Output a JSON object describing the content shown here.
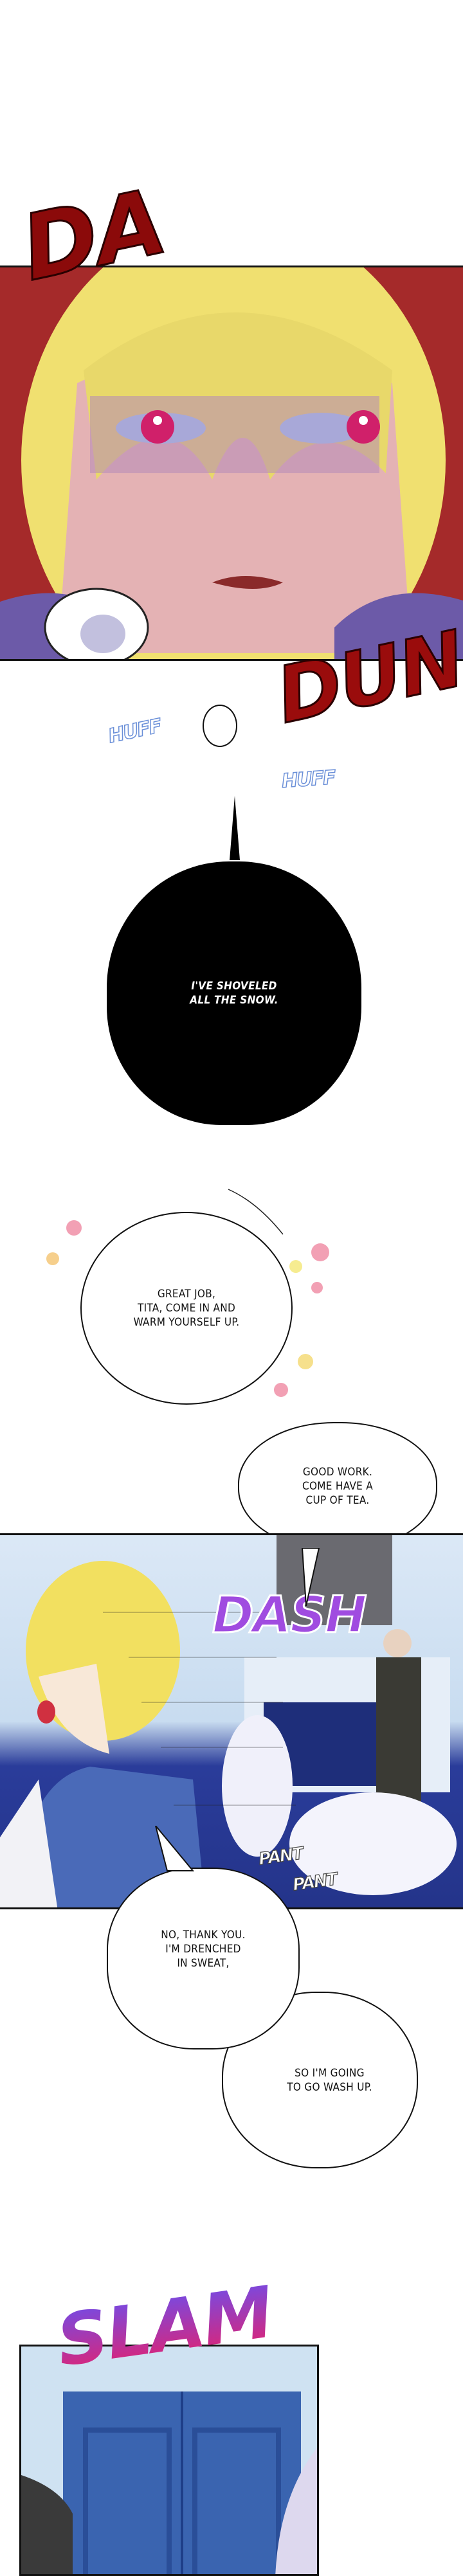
{
  "panels": {
    "face": {
      "sfx_da": "DA",
      "sfx_dun": "DUN"
    },
    "huff": {
      "huff_left": "HUFF",
      "huff_right": "HUFF",
      "dark_bubble": "I'VE SHOVELED\nALL THE SNOW."
    },
    "response": {
      "bubble_great_job": "GREAT JOB,\nTITA, COME IN AND\nWARM YOURSELF UP.",
      "bubble_good_work": "GOOD WORK.\nCOME HAVE A\nCUP OF TEA."
    },
    "room": {
      "sfx_dash": "DASH",
      "sfx_pant_1": "PANT",
      "sfx_pant_2": "PANT"
    },
    "reply": {
      "bubble_no_thanks": "NO, THANK YOU.\nI'M DRENCHED\nIN SWEAT,",
      "bubble_wash_up": "SO I'M GOING\nTO GO WASH UP."
    },
    "door": {
      "sfx_slam": "SLAM"
    }
  },
  "colors": {
    "sfx_red": "#8b0a0a",
    "huff_blue": "#6a8fd8",
    "dash_purple": "#a04ce0",
    "slam_start": "#6a4ff0",
    "slam_end": "#e8206a",
    "room_blue": "#2a3c9a"
  }
}
